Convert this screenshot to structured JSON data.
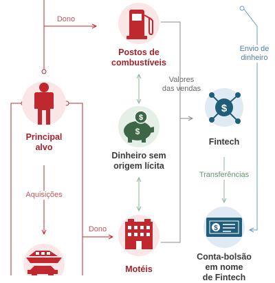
{
  "colors": {
    "red": "#c0282f",
    "gray": "#7a7a7a",
    "green": "#8cb595",
    "blue": "#6b99bd",
    "teal": "#1f5d78"
  },
  "nodes": {
    "gas_stations": {
      "label_line1": "Postos de",
      "label_line2": "combustíveis",
      "icon": "gas-pump-icon"
    },
    "main_target": {
      "label_line1": "Principal",
      "label_line2": "alvo",
      "icon": "person-icon"
    },
    "illicit_money": {
      "label_line1": "Dinheiro sem",
      "label_line2": "origem lícita",
      "icon": "piggy-bank-icon"
    },
    "fintech": {
      "label": "Fintech",
      "icon": "fintech-network-icon"
    },
    "motels": {
      "label": "Motéis",
      "icon": "building-icon"
    },
    "pocket_account": {
      "label_line1": "Conta-bolsão",
      "label_line2": "em nome",
      "label_line3": "de Fintech",
      "icon": "banknote-icon"
    },
    "vehicles": {
      "icon": "yacht-car-icon"
    }
  },
  "edges": {
    "owner_top": "Dono",
    "owner_bottom": "Dono",
    "sales_values_line1": "Valores",
    "sales_values_line2": "das vendas",
    "acquisitions": "Aquisições",
    "transfers": "Transferências",
    "money_transfer_line1": "Envio de",
    "money_transfer_line2": "dinheiro"
  }
}
